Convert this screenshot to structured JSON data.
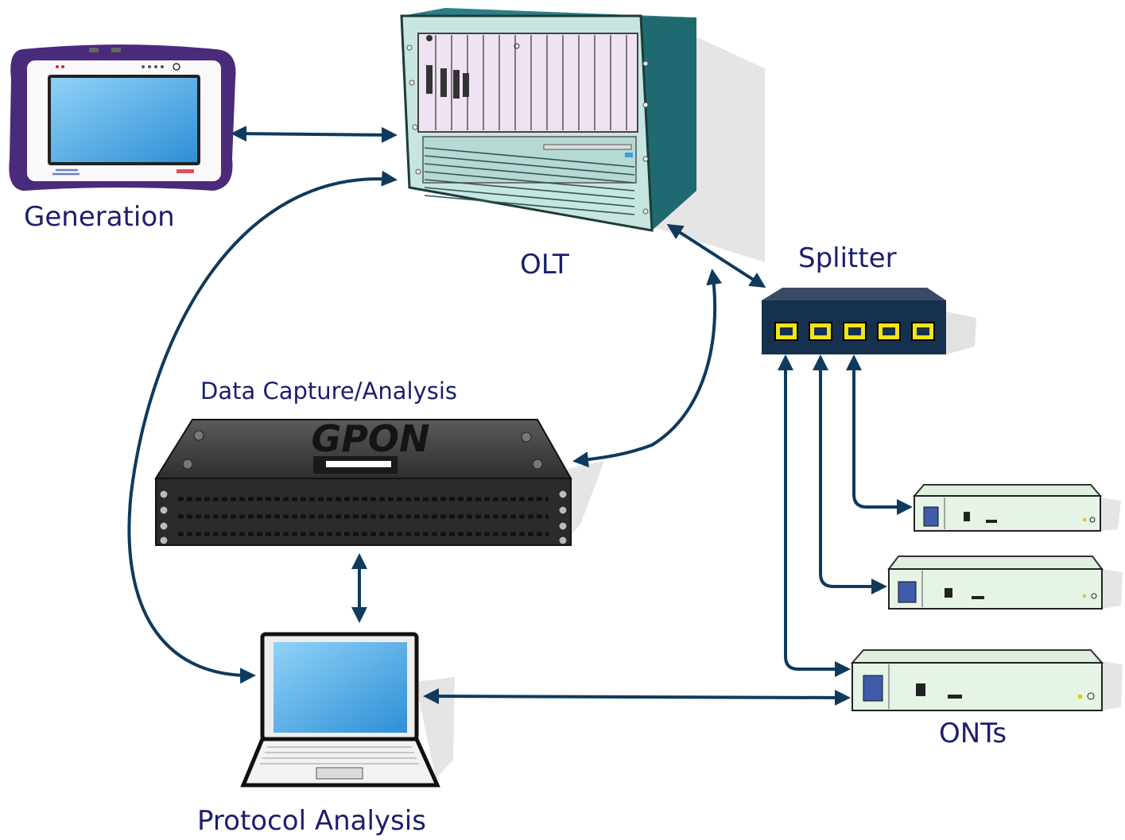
{
  "labels": {
    "generation": "Generation",
    "olt": "OLT",
    "splitter": "Splitter",
    "data_capture": "Data Capture/Analysis",
    "onts": "ONTs",
    "protocol_analysis": "Protocol Analysis"
  },
  "device_text": {
    "gpon": "GPON"
  },
  "colors": {
    "label": "#1a1f6e",
    "connector": "#0f3a5c",
    "olt_body": "#c8e6e0",
    "olt_card": "#efe2f2",
    "splitter_body": "#16304f",
    "splitter_port": "#f2e418",
    "ont_body": "#e6f4e6",
    "ont_port": "#3f5aa8",
    "tablet_frame": "#4a2a7a",
    "screen": "#4fb0ea",
    "capture_body": "#3a3a3a"
  },
  "icons": [
    "tablet-icon",
    "olt-chassis-icon",
    "splitter-icon",
    "gpon-capture-box-icon",
    "laptop-icon",
    "ont-icon"
  ]
}
